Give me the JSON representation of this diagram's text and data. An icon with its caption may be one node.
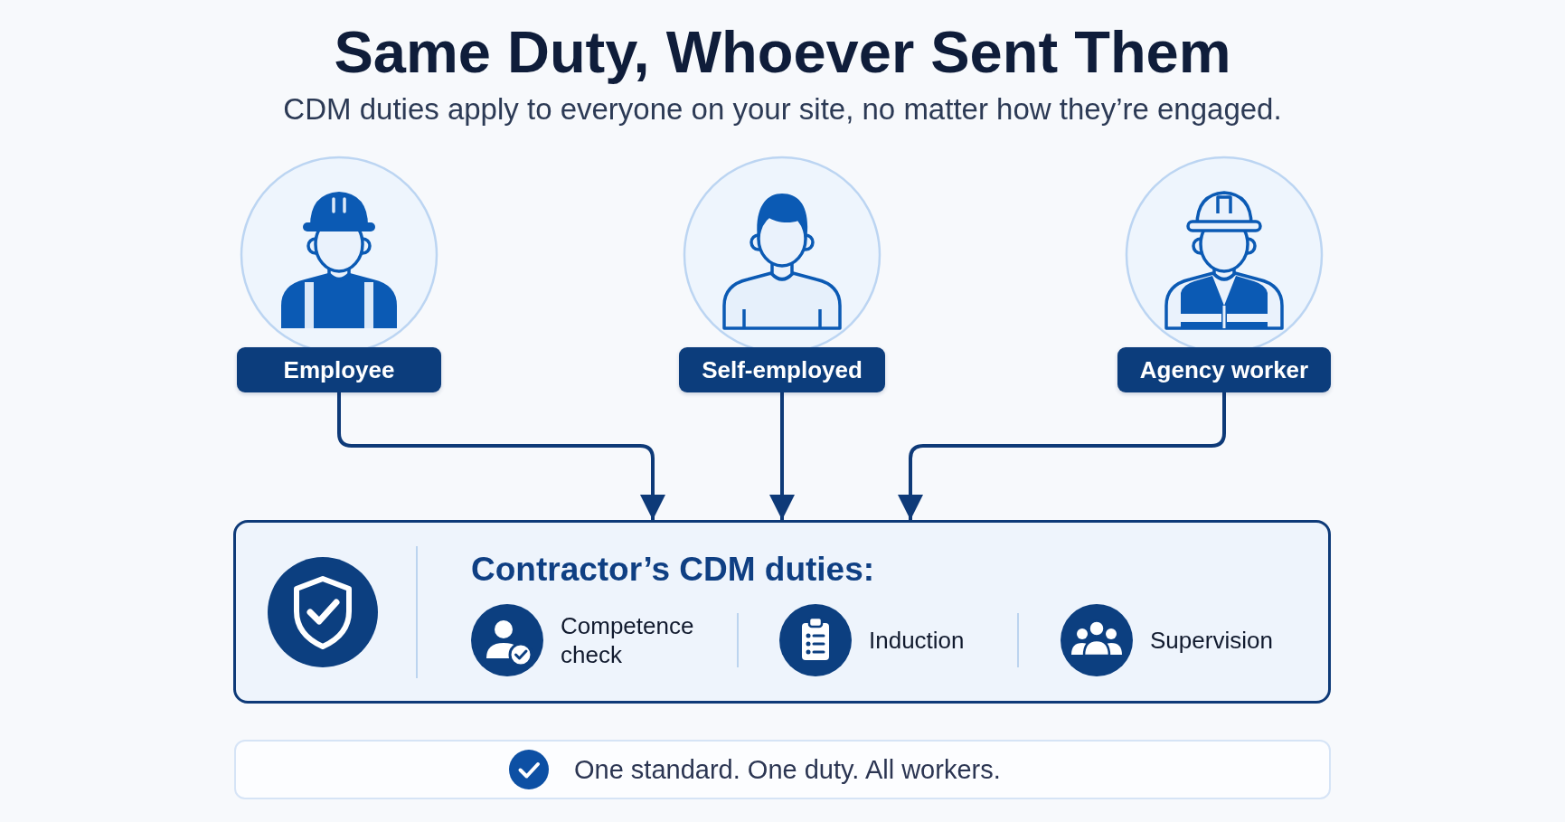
{
  "diagram": {
    "title": "Same Duty, Whoever Sent Them",
    "nodes": [
      {
        "text": [
          "Employee"
        ]
      },
      {
        "text": [
          "Self-employed"
        ]
      },
      {
        "text": [
          "Agency worker"
        ]
      },
      {
        "text": [
          "Contractor’s CDM duties:",
          "Competence check",
          "Induction",
          "Supervision"
        ]
      },
      {
        "text": [
          "One standard. One duty. All workers."
        ]
      }
    ],
    "edges": [
      {
        "from": 0,
        "to": 3,
        "arrow": "to"
      },
      {
        "from": 1,
        "to": 3,
        "arrow": "to"
      },
      {
        "from": 2,
        "to": 3,
        "arrow": "to"
      }
    ],
    "labels": [
      "CDM duties apply to everyone on your site, no matter how they’re engaged."
    ]
  }
}
